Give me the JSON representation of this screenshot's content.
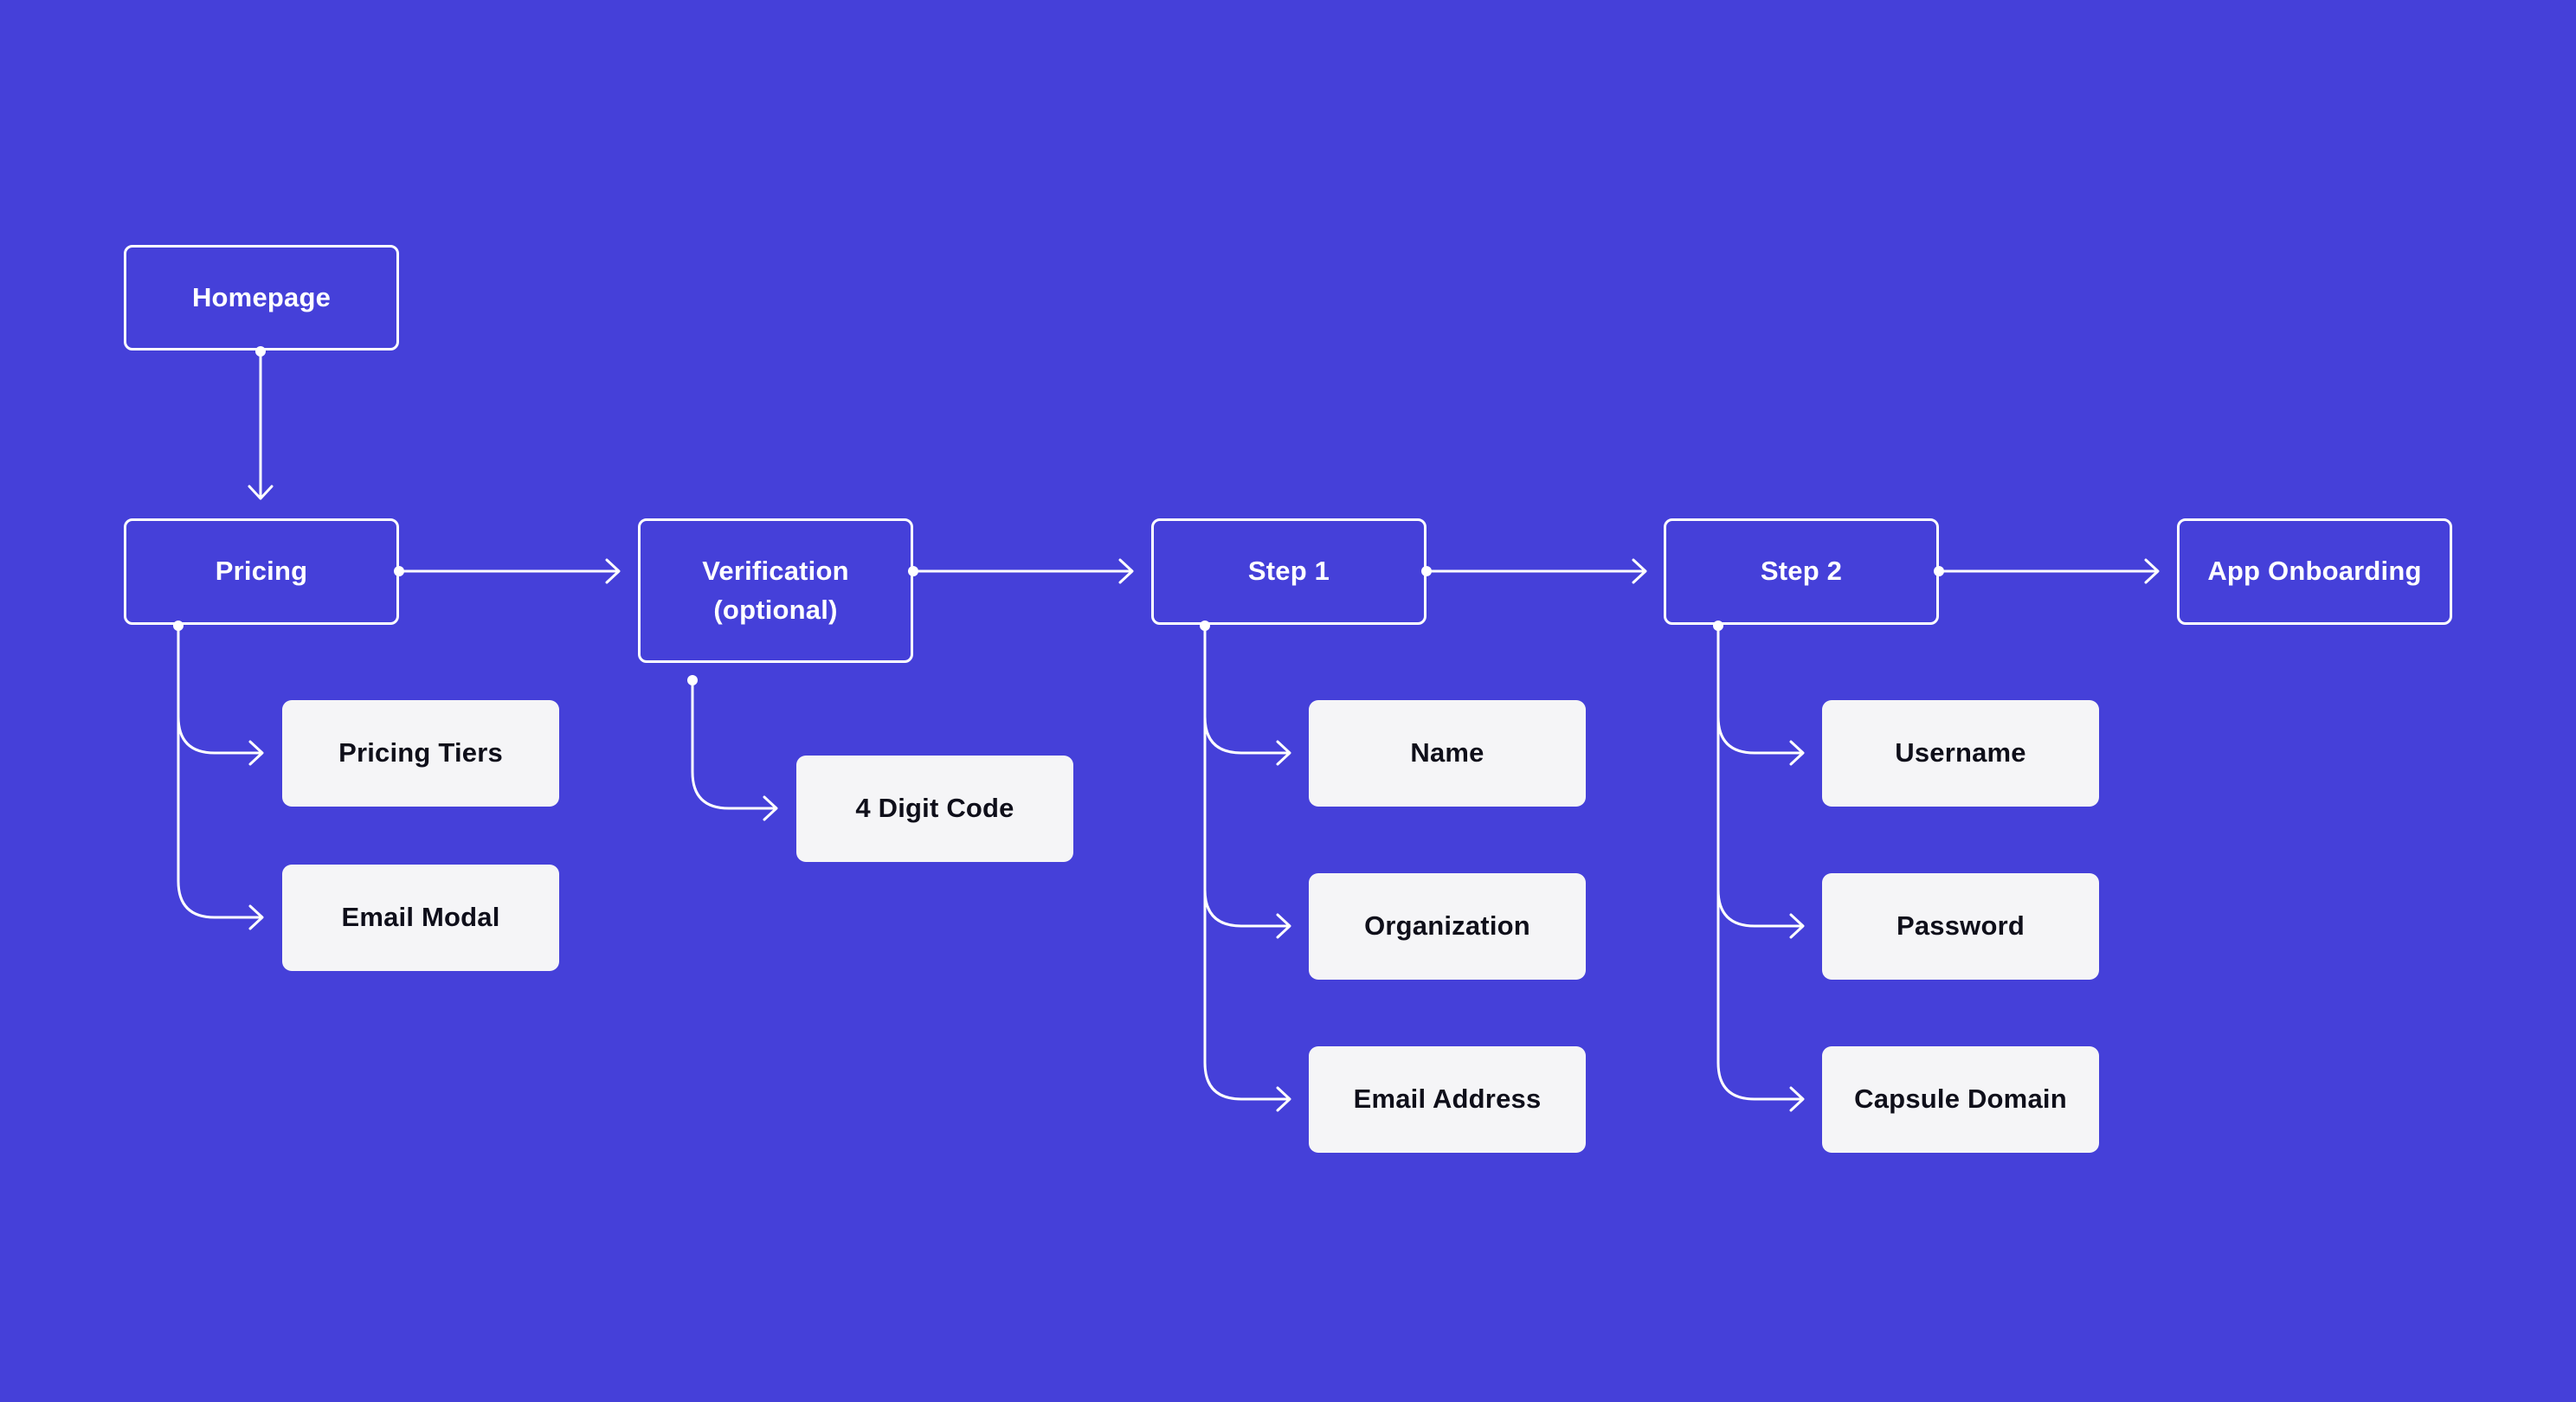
{
  "nodes": {
    "homepage": "Homepage",
    "pricing": "Pricing",
    "verification_line1": "Verification",
    "verification_line2": "(optional)",
    "step1": "Step 1",
    "step2": "Step 2",
    "app_onboarding": "App Onboarding",
    "pricing_tiers": "Pricing Tiers",
    "email_modal": "Email Modal",
    "four_digit_code": "4 Digit Code",
    "name": "Name",
    "organization": "Organization",
    "email_address": "Email Address",
    "username": "Username",
    "password": "Password",
    "capsule_domain": "Capsule Domain"
  },
  "colors": {
    "background": "#4540d9",
    "outline": "#ffffff",
    "card_fill": "#f5f5f7",
    "card_text": "#0f0f1a"
  }
}
